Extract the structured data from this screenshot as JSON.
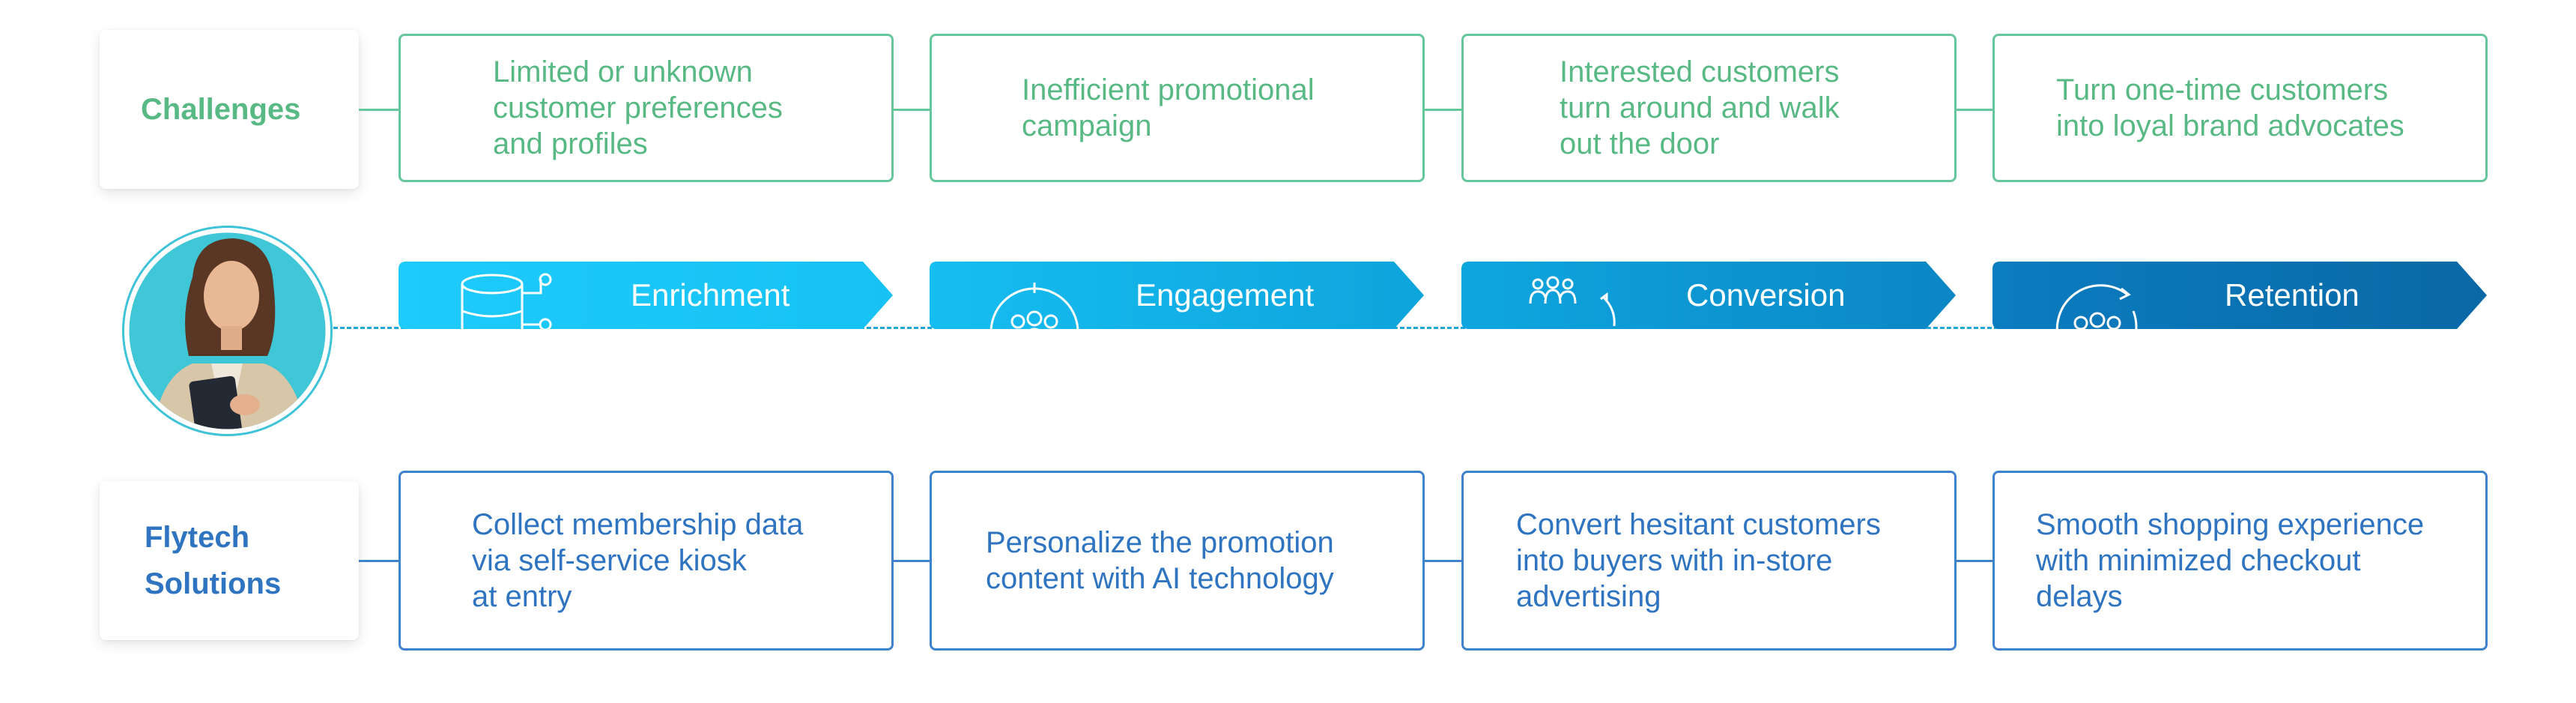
{
  "challenges": {
    "label": "Challenges",
    "items": [
      {
        "line1": "Limited or unknown",
        "line2": "customer preferences",
        "line3": "and profiles"
      },
      {
        "line1": "Inefficient promotional",
        "line2": "campaign",
        "line3": ""
      },
      {
        "line1": "Interested customers",
        "line2": "turn around and walk",
        "line3": "out the door"
      },
      {
        "line1": "Turn one-time customers",
        "line2": "into loyal brand advocates",
        "line3": ""
      }
    ]
  },
  "stages": [
    {
      "label": "Enrichment",
      "icon": "database-icon"
    },
    {
      "label": "Engagement",
      "icon": "target-people-icon"
    },
    {
      "label": "Conversion",
      "icon": "people-dollar-cycle-icon"
    },
    {
      "label": "Retention",
      "icon": "people-refresh-icon"
    }
  ],
  "solutions": {
    "label_line1": "Flytech",
    "label_line2": "Solutions",
    "items": [
      {
        "line1": "Collect membership data",
        "line2": "via self-service kiosk",
        "line3": "at entry"
      },
      {
        "line1": "Personalize the promotion",
        "line2": "content with AI technology",
        "line3": ""
      },
      {
        "line1": "Convert hesitant customers",
        "line2": "into buyers with in-store",
        "line3": "advertising"
      },
      {
        "line1": "Smooth shopping experience",
        "line2": "with minimized checkout",
        "line3": "delays"
      }
    ]
  },
  "colors": {
    "challenge_green": "#58b984",
    "solution_blue": "#2f74c0",
    "stage_gradient_start": "#1cc8fb",
    "stage_gradient_end": "#0a6aa6"
  }
}
